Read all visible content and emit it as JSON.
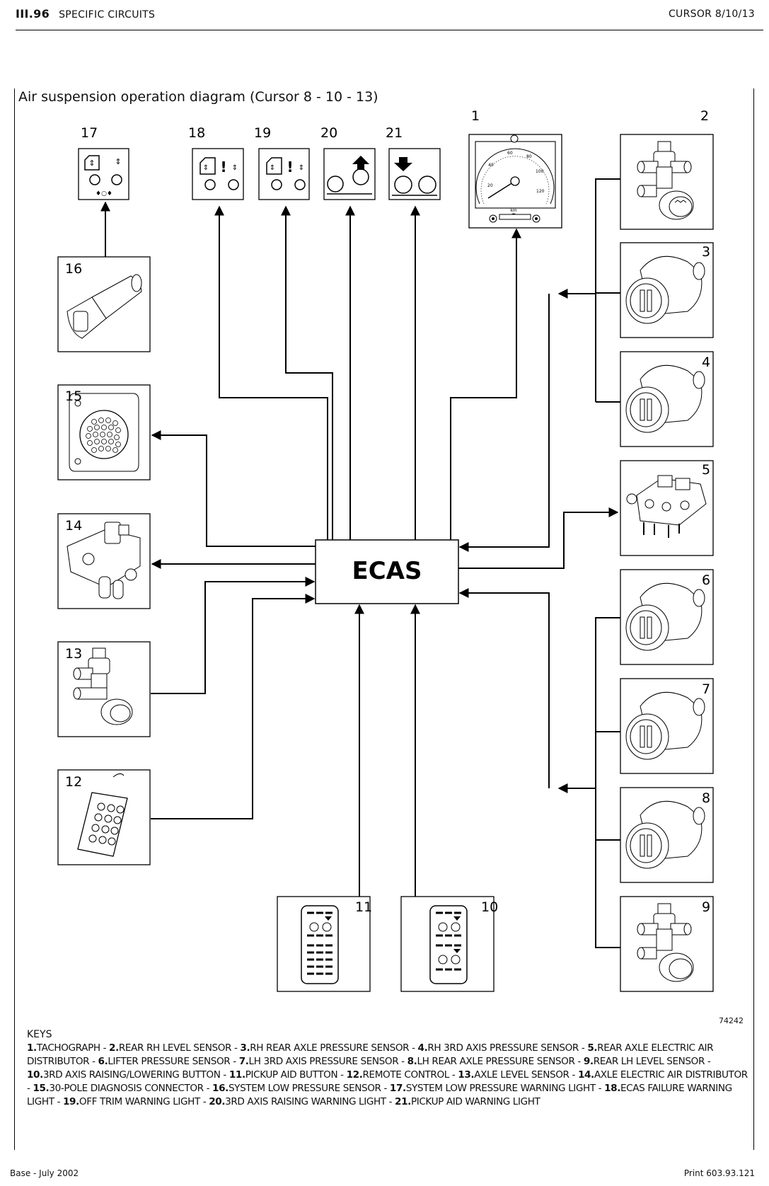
{
  "header": {
    "page_number": "III.96",
    "section": "SPECIFIC CIRCUITS",
    "model": "CURSOR 8/10/13"
  },
  "diagram": {
    "title": "Air suspension operation diagram (Cursor 8 - 10 - 13)",
    "center_label": "ECAS",
    "figure_number": "74242",
    "component_numbers": [
      "1",
      "2",
      "3",
      "4",
      "5",
      "6",
      "7",
      "8",
      "9",
      "10",
      "11",
      "12",
      "13",
      "14",
      "15",
      "16",
      "17",
      "18",
      "19",
      "20",
      "21"
    ],
    "tachograph_speeds": [
      "20",
      "40",
      "60",
      "80",
      "100",
      "120"
    ],
    "tachograph_unit": "km"
  },
  "keys": {
    "heading": "KEYS",
    "items": [
      {
        "num": "1.",
        "text": "TACHOGRAPH - "
      },
      {
        "num": "2.",
        "text": "REAR RH LEVEL SENSOR - "
      },
      {
        "num": "3.",
        "text": "RH REAR AXLE PRESSURE SENSOR - "
      },
      {
        "num": "4.",
        "text": "RH 3RD AXIS PRESSURE SENSOR - "
      },
      {
        "num": "5.",
        "text": "REAR AXLE ELECTRIC AIR DISTRIBUTOR - "
      },
      {
        "num": "6.",
        "text": "LIFTER PRESSURE SENSOR - "
      },
      {
        "num": "7.",
        "text": "LH 3RD AXIS PRESSURE SENSOR - "
      },
      {
        "num": "8.",
        "text": "LH REAR AXLE PRESSURE SENSOR - "
      },
      {
        "num": "9.",
        "text": "REAR LH LEVEL SENSOR - "
      },
      {
        "num": "10.",
        "text": "3RD AXIS RAISING/LOWERING BUTTON - "
      },
      {
        "num": "11.",
        "text": "PICKUP AID BUTTON - "
      },
      {
        "num": "12.",
        "text": "REMOTE CONTROL - "
      },
      {
        "num": "13.",
        "text": "AXLE LEVEL SENSOR - "
      },
      {
        "num": "14.",
        "text": "AXLE ELECTRIC AIR DISTRIBUTOR - "
      },
      {
        "num": "15.",
        "text": "30-POLE DIAGNOSIS CONNECTOR - "
      },
      {
        "num": "16.",
        "text": "SYSTEM LOW PRESSURE SENSOR - "
      },
      {
        "num": "17.",
        "text": "SYSTEM LOW PRESSURE WARNING LIGHT - "
      },
      {
        "num": "18.",
        "text": "ECAS FAILURE WARNING LIGHT - "
      },
      {
        "num": "19.",
        "text": "OFF TRIM WARNING LIGHT - "
      },
      {
        "num": "20.",
        "text": "3RD AXIS RAISING WARNING LIGHT - "
      },
      {
        "num": "21.",
        "text": "PICKUP AID WARNING LIGHT"
      }
    ]
  },
  "footer": {
    "left": "Base - July 2002",
    "right": "Print 603.93.121"
  }
}
